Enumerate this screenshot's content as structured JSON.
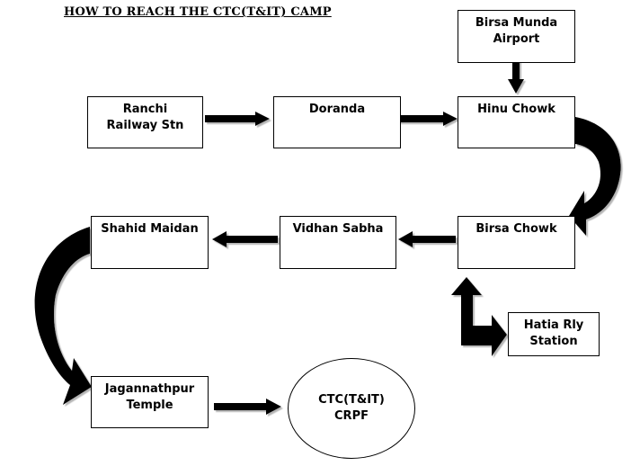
{
  "title": "HOW TO REACH THE CTC(T&IT) CAMP",
  "nodes": {
    "ranchi_railway_stn": [
      "Ranchi",
      "Railway Stn"
    ],
    "doranda": [
      "Doranda"
    ],
    "hinu_chowk": [
      "Hinu Chowk"
    ],
    "birsa_munda_airport": [
      "Birsa Munda",
      "Airport"
    ],
    "birsa_chowk": [
      "Birsa Chowk"
    ],
    "vidhan_sabha": [
      "Vidhan Sabha"
    ],
    "shahid_maidan": [
      "Shahid Maidan"
    ],
    "hatia_rly_station": [
      "Hatia Rly",
      "Station"
    ],
    "jagannathpur_temple": [
      "Jagannathpur",
      "Temple"
    ],
    "ctc_crpf": [
      "CTC(T&IT)",
      "CRPF"
    ]
  },
  "colors": {
    "arrow": "#000000",
    "arrow_shadow": "#b5b5b5",
    "border": "#000000"
  }
}
